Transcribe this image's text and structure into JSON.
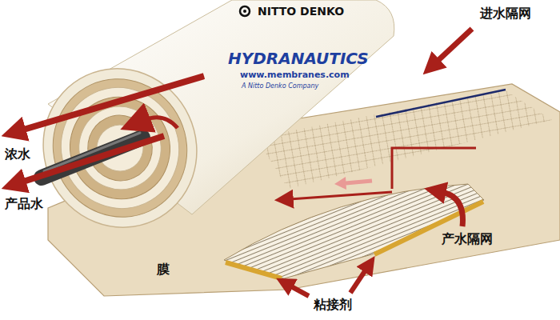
{
  "diagram": {
    "labels": [
      "NITTO DENKO",
      "HYDRANAUTICS",
      "www.membranes.com",
      "A Nitto Denko Company",
      "进水隔网",
      "浓水",
      "产品水",
      "膜",
      "产水隔网",
      "粘接剂"
    ]
  }
}
